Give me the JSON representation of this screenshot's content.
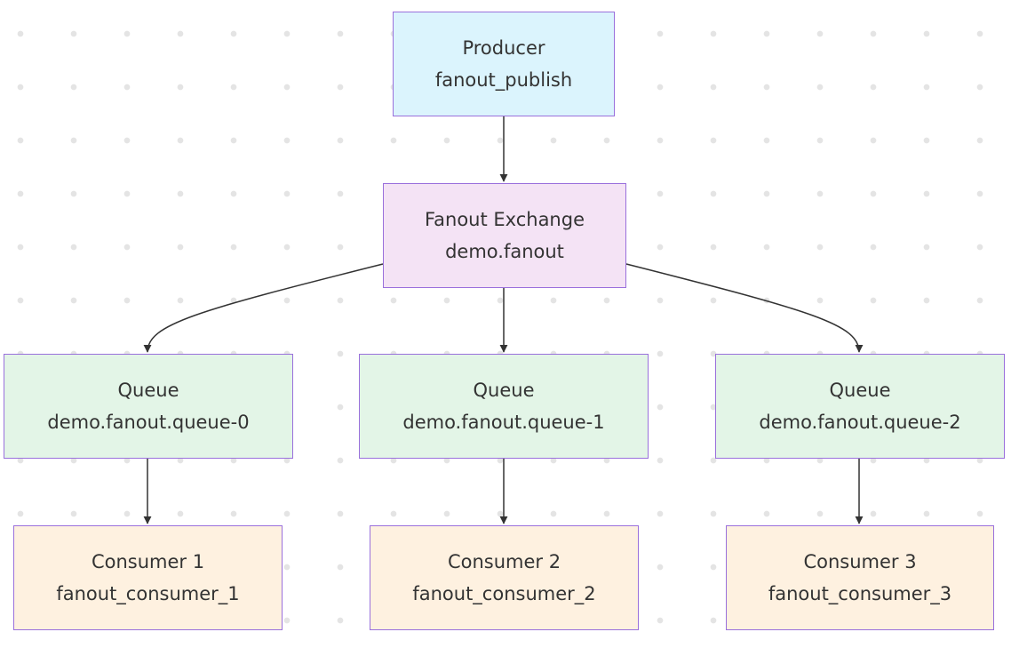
{
  "nodes": {
    "producer": {
      "title": "Producer",
      "subtitle": "fanout_publish"
    },
    "exchange": {
      "title": "Fanout Exchange",
      "subtitle": "demo.fanout"
    },
    "queue0": {
      "title": "Queue",
      "subtitle": "demo.fanout.queue-0"
    },
    "queue1": {
      "title": "Queue",
      "subtitle": "demo.fanout.queue-1"
    },
    "queue2": {
      "title": "Queue",
      "subtitle": "demo.fanout.queue-2"
    },
    "consumer1": {
      "title": "Consumer 1",
      "subtitle": "fanout_consumer_1"
    },
    "consumer2": {
      "title": "Consumer 2",
      "subtitle": "fanout_consumer_2"
    },
    "consumer3": {
      "title": "Consumer 3",
      "subtitle": "fanout_consumer_3"
    }
  },
  "colors": {
    "producer_fill": "#dbf4fd",
    "exchange_fill": "#f4e3f5",
    "queue_fill": "#e3f5e7",
    "consumer_fill": "#fef1e0",
    "border": "#9a70dc",
    "edge": "#333333"
  }
}
